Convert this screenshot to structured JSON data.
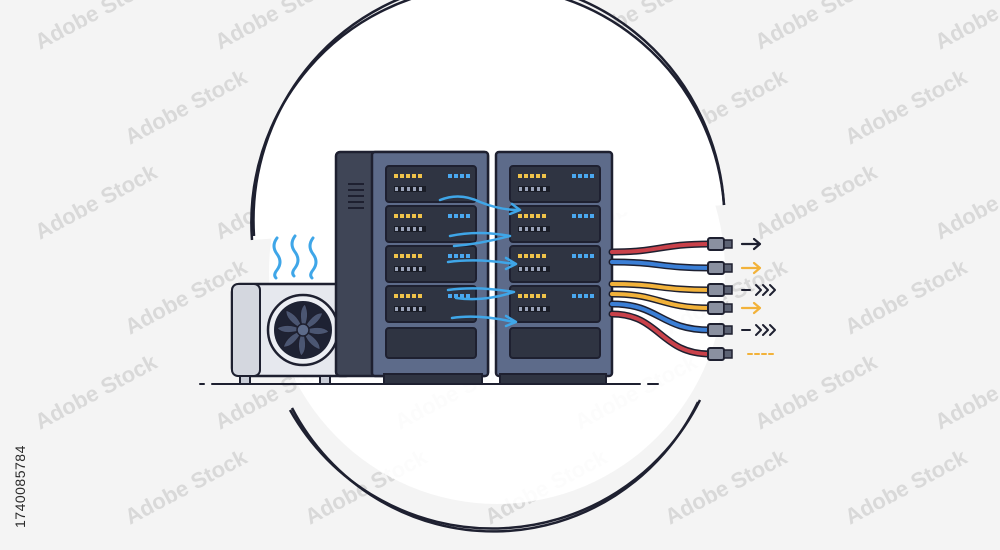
{
  "image": {
    "subject": "server-racks-cooling-cables-illustration",
    "stock_id": "1740085784",
    "watermark_text": "Adobe Stock",
    "colors": {
      "background": "#f4f4f4",
      "circle_fill": "#ffffff",
      "outline": "#1e2030",
      "rack_body": "#3f4556",
      "rack_frame": "#5d6b8a",
      "drive_face": "#2f3442",
      "led_yellow": "#f0c34a",
      "led_blue": "#4aa8f0",
      "airflow_blue": "#3fa6e8",
      "cable_red": "#c9414a",
      "cable_blue": "#3b7fd6",
      "cable_yellow": "#f2b23a",
      "connector_gray": "#8a90a0",
      "ac_unit": "#e6e8ee",
      "fan": "#1e2233"
    }
  }
}
